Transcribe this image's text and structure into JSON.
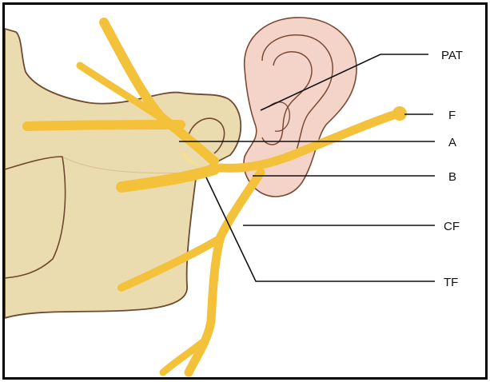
{
  "colors": {
    "bone": "#ebdcaf",
    "bone_outline": "#6e4a2e",
    "ear": "#f4d4c8",
    "ear_outline": "#7a4a35",
    "nerve": "#f3c23a",
    "nerve_highlight": "#fbe27e",
    "leader": "#111111"
  },
  "labels": {
    "pat": "PAT",
    "f": "F",
    "a": "A",
    "b": "B",
    "cf": "CF",
    "tf": "TF"
  }
}
